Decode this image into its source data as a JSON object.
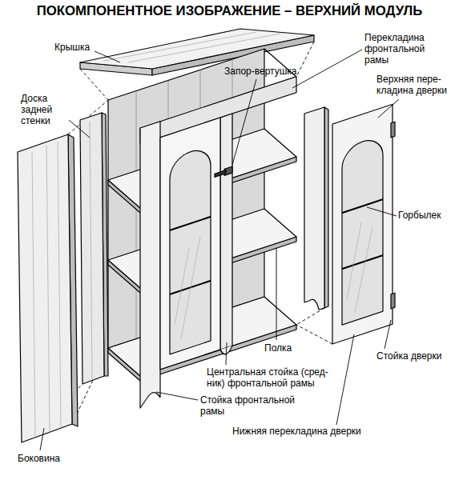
{
  "diagram": {
    "title": "ПОКОМПОНЕНТНОЕ ИЗОБРАЖЕНИЕ – ВЕРХНИЙ МОДУЛЬ",
    "labels": [
      "Крышка",
      "Перекладина фронтальной рамы",
      "Запор-вертушка",
      "Доска задней стенки",
      "Верхняя пере- кладина дверки",
      "Горбылек",
      "Полка",
      "Центральная стойка (сред- ник) фронтальной рамы",
      "Стойка фронтальной рамы",
      "Стойка дверки",
      "Нижняя перекладина дверки",
      "Боковина"
    ]
  }
}
